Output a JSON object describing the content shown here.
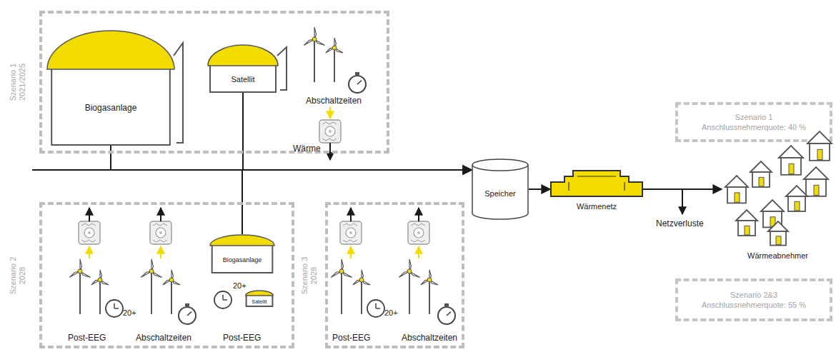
{
  "diagram": {
    "nodes": [
      {
        "text": [
          "Szenario 1 2021/2025"
        ]
      },
      {
        "text": [
          "Biogasanlage"
        ],
        "in": 0
      },
      {
        "text": [
          "Satellit"
        ],
        "in": 0
      },
      {
        "text": [
          "Szenario 2 2028"
        ]
      },
      {
        "text": [
          "Biogasanlage"
        ],
        "in": 3
      },
      {
        "text": [
          "Satellit"
        ],
        "in": 3
      },
      {
        "text": [
          "Szenario 3 2028"
        ]
      },
      {
        "text": [
          "Speicher"
        ]
      },
      {
        "text": [
          "Wärmenetz"
        ]
      },
      {
        "text": [
          "Szenario 1",
          "Anschlussnehmerquote: 40 %"
        ]
      },
      {
        "text": [
          "Wärmeabnehmer"
        ]
      },
      {
        "text": [
          "Szenario 2&3",
          "Anschlussnehmerquote: 55 %"
        ]
      }
    ],
    "edges": [
      {
        "from": 1,
        "to": 7,
        "arrow": "to"
      },
      {
        "from": 2,
        "to": 7,
        "arrow": "to"
      },
      {
        "from": 4,
        "to": 7,
        "arrow": "to"
      },
      {
        "from": 7,
        "to": 8,
        "arrow": "to"
      },
      {
        "from": 8,
        "to": 10,
        "arrow": "to"
      }
    ],
    "labels": [
      "Abschaltzeiten",
      "Wärme",
      "Post-EEG",
      "20+",
      "Abschaltzeiten",
      "Post-EEG",
      "20+",
      "Post-EEG",
      "20+",
      "Abschaltzeiten",
      "Netzverluste"
    ]
  }
}
